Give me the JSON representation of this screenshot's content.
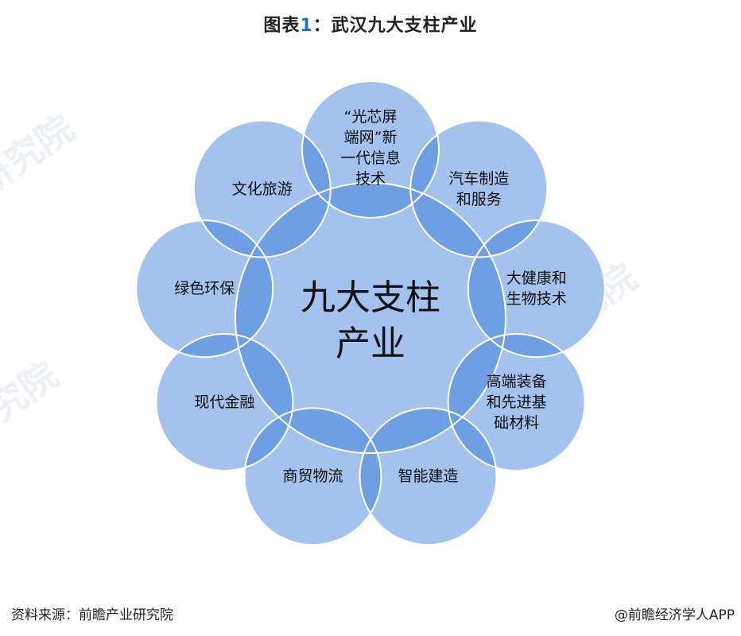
{
  "header": {
    "title_prefix": "图表",
    "title_number": "1",
    "title_text": "：武汉九大支柱产业"
  },
  "diagram": {
    "type": "radial-venn",
    "center": {
      "label_line1": "九大支柱",
      "label_line2": "产业"
    },
    "colors": {
      "circle_fill": "#a4c2ee",
      "overlap_fill": "#6f9fe3",
      "circle_stroke": "#ffffff",
      "title_accent": "#2a6fc4"
    },
    "satellites": [
      {
        "lines": [
          "“光芯屏",
          "端网”新",
          "一代信息",
          "技术"
        ]
      },
      {
        "lines": [
          "汽车制造",
          "和服务"
        ]
      },
      {
        "lines": [
          "大健康和",
          "生物技术"
        ]
      },
      {
        "lines": [
          "高端装备",
          "和先进基",
          "础材料"
        ]
      },
      {
        "lines": [
          "智能建造"
        ]
      },
      {
        "lines": [
          "商贸物流"
        ]
      },
      {
        "lines": [
          "现代金融"
        ]
      },
      {
        "lines": [
          "绿色环保"
        ]
      },
      {
        "lines": [
          "文化旅游"
        ]
      }
    ]
  },
  "watermarks": [
    "前瞻产业研究院",
    "研究院",
    "前瞻产业研究院",
    "前瞻产业研究院"
  ],
  "footer": {
    "source": "资料来源：前瞻产业研究院",
    "credit": "@前瞻经济学人APP"
  }
}
